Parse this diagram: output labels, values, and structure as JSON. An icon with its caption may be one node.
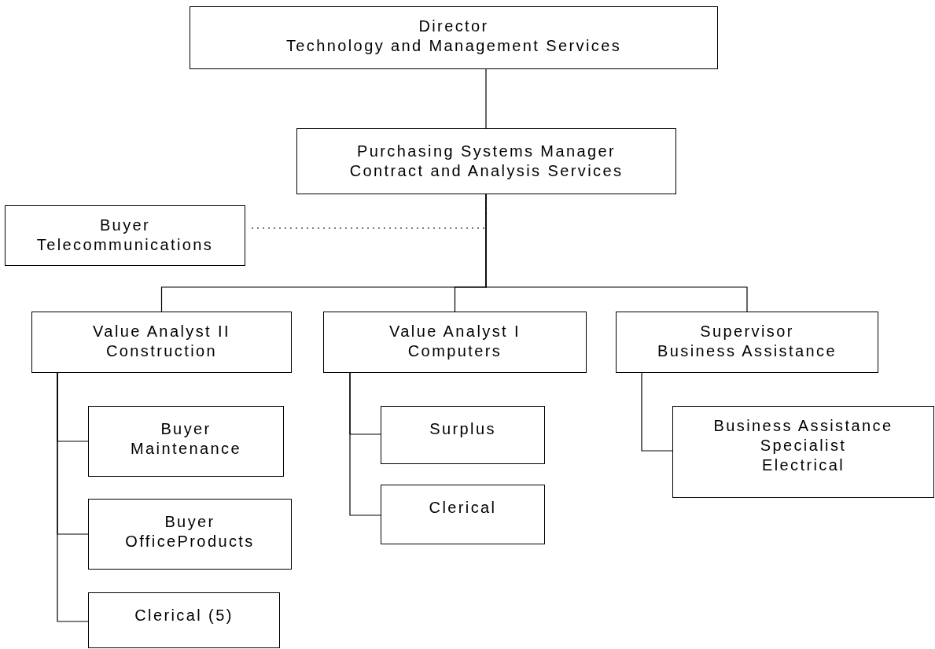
{
  "diagram": {
    "nodes": [
      {
        "text": [
          "Director",
          "Technology and Management Services"
        ]
      },
      {
        "text": [
          "Purchasing Systems Manager",
          "Contract and Analysis Services"
        ]
      },
      {
        "text": [
          "Buyer",
          "Telecommunications"
        ]
      },
      {
        "text": [
          "Value Analyst II",
          "Construction"
        ]
      },
      {
        "text": [
          "Buyer",
          "Maintenance"
        ]
      },
      {
        "text": [
          "Buyer",
          "OfficeProducts"
        ]
      },
      {
        "text": [
          "Clerical (5)"
        ]
      },
      {
        "text": [
          "Value Analyst I",
          "Computers"
        ]
      },
      {
        "text": [
          "Surplus"
        ]
      },
      {
        "text": [
          "Clerical"
        ]
      },
      {
        "text": [
          "Supervisor",
          "Business Assistance"
        ]
      },
      {
        "text": [
          "Business Assistance",
          "Specialist",
          "Electrical"
        ]
      }
    ],
    "edges": [
      {
        "from": 0,
        "to": 1,
        "arrow": "none"
      },
      {
        "from": 2,
        "to": 1,
        "arrow": "none",
        "style": "dashed"
      },
      {
        "from": 1,
        "to": 3,
        "arrow": "none"
      },
      {
        "from": 1,
        "to": 7,
        "arrow": "none"
      },
      {
        "from": 1,
        "to": 10,
        "arrow": "none"
      },
      {
        "from": 3,
        "to": 4,
        "arrow": "none"
      },
      {
        "from": 3,
        "to": 5,
        "arrow": "none"
      },
      {
        "from": 3,
        "to": 6,
        "arrow": "none"
      },
      {
        "from": 7,
        "to": 8,
        "arrow": "none"
      },
      {
        "from": 7,
        "to": 9,
        "arrow": "none"
      },
      {
        "from": 10,
        "to": 11,
        "arrow": "none"
      }
    ]
  }
}
